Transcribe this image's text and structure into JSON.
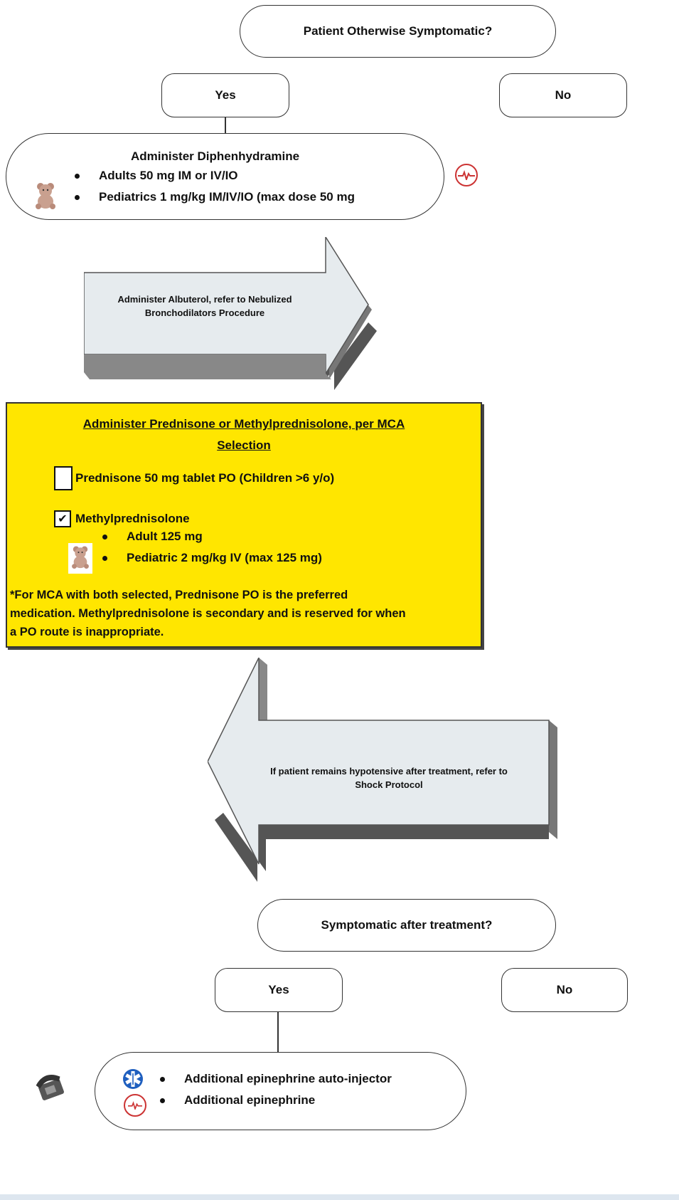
{
  "top_question": "Patient Otherwise Symptomatic?",
  "yes_label": "Yes",
  "no_label": "No",
  "diphenhydramine": {
    "title": "Administer Diphenhydramine",
    "items": [
      "Adults 50 mg IM or IV/IO",
      "Pediatrics 1 mg/kg IM/IV/IO (max dose 50 mg"
    ]
  },
  "albuterol_arrow": {
    "line1": "Administer Albuterol, refer to Nebulized",
    "line2": "Bronchodilators Procedure"
  },
  "steroid_box": {
    "title_line1": "Administer Prednisone or Methylprednisolone, per MCA",
    "title_line2": "Selection",
    "option1": "Prednisone 50 mg tablet PO (Children >6 y/o)",
    "option1_checked": false,
    "option2": "Methylprednisolone",
    "option2_checked": true,
    "check_mark": "✔",
    "option2_items": [
      "Adult 125 mg",
      "Pediatric 2 mg/kg IV (max 125 mg)"
    ],
    "note_line1": "*For MCA with both selected, Prednisone PO is the preferred",
    "note_line2": "medication. Methylprednisolone is secondary and is reserved for when",
    "note_line3": "a PO route is inappropriate."
  },
  "shock_arrow": {
    "line1": "If patient remains hypotensive after treatment, refer to",
    "line2": "Shock Protocol"
  },
  "bottom_question": "Symptomatic after treatment?",
  "bottom_yes": "Yes",
  "bottom_no": "No",
  "final_box": {
    "items": [
      "Additional epinephrine auto-injector",
      "Additional epinephrine"
    ]
  },
  "icons": {
    "pediatric": "teddy-bear-icon",
    "paramedic": "heartbeat-icon",
    "emt": "star-of-life-icon",
    "medical_control": "phone-icon"
  },
  "colors": {
    "highlight_box": "#ffe600",
    "arrow_fill": "#e6ebee",
    "paramedic_icon": "#cc3333",
    "star_of_life": "#1f5fbf"
  }
}
